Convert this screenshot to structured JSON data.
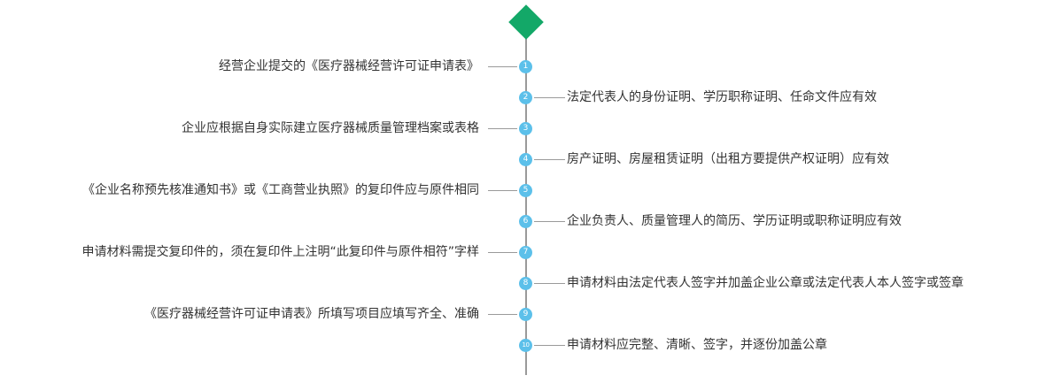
{
  "items": [
    {
      "num": "1",
      "side": "left",
      "text": "经营企业提交的《医疗器械经营许可证申请表》"
    },
    {
      "num": "2",
      "side": "right",
      "text": "法定代表人的身份证明、学历职称证明、任命文件应有效"
    },
    {
      "num": "3",
      "side": "left",
      "text": "企业应根据自身实际建立医疗器械质量管理档案或表格"
    },
    {
      "num": "4",
      "side": "right",
      "text": "房产证明、房屋租赁证明（出租方要提供产权证明）应有效"
    },
    {
      "num": "5",
      "side": "left",
      "text": "《企业名称预先核准通知书》或《工商营业执照》的复印件应与原件相同"
    },
    {
      "num": "6",
      "side": "right",
      "text": "企业负责人、质量管理人的简历、学历证明或职称证明应有效"
    },
    {
      "num": "7",
      "side": "left",
      "text": "申请材料需提交复印件的，须在复印件上注明“此复印件与原件相符”字样"
    },
    {
      "num": "8",
      "side": "right",
      "text": "申请材料由法定代表人签字并加盖企业公章或法定代表人本人签字或签章"
    },
    {
      "num": "9",
      "side": "left",
      "text": "《医疗器械经营许可证申请表》所填写项目应填写齐全、准确"
    },
    {
      "num": "10",
      "side": "right",
      "text": "申请材料应完整、清晰、签字，并逐份加盖公章"
    }
  ],
  "colors": {
    "start_diamond": "#13a868",
    "node": "#5cc0ea",
    "line": "#9a9a9a",
    "text": "#333333"
  }
}
